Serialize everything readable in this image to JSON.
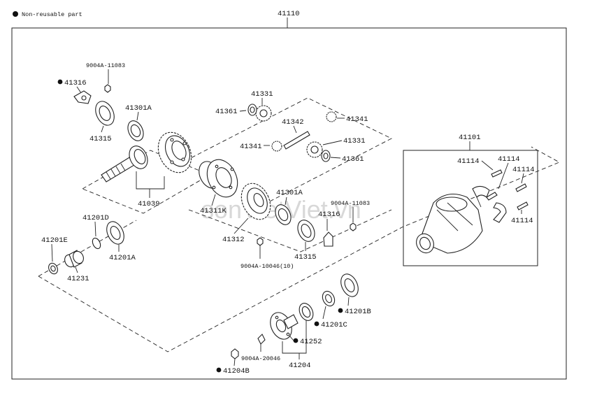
{
  "legend": {
    "text": "Non-reusable part"
  },
  "assembly_number": "41110",
  "watermark": "sonVietViet.vn",
  "parts": {
    "p9004a_11083_a": "9004A-11083",
    "p41316_a": "41316",
    "p41301a_a": "41301A",
    "p41315_a": "41315",
    "p41039": "41039",
    "p41361_a": "41361",
    "p41331_a": "41331",
    "p41342": "41342",
    "p41341_a": "41341",
    "p41341_b": "41341",
    "p41331_b": "41331",
    "p41361_b": "41361",
    "p41311k": "41311K",
    "p41301a_b": "41301A",
    "p9004a_11083_b": "9004A-11083",
    "p41316_b": "41316",
    "p41312": "41312",
    "p41315_b": "41315",
    "p9004a_10046": "9004A-10046(10)",
    "p41201d": "41201D",
    "p41201e": "41201E",
    "p41201a": "41201A",
    "p41231": "41231",
    "p41101": "41101",
    "p41114_a": "41114",
    "p41114_b": "41114",
    "p41114_c": "41114",
    "p41114_d": "41114",
    "p41201b": "41201B",
    "p41201c": "41201C",
    "p41252": "41252",
    "p41204": "41204",
    "p9004a_20046": "9004A-20046",
    "p41204b": "41204B"
  }
}
